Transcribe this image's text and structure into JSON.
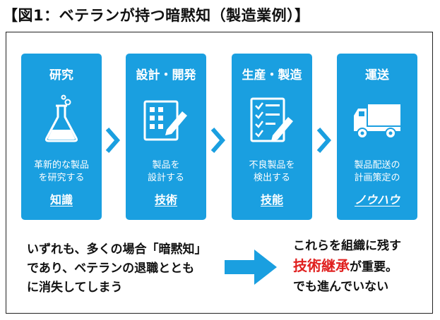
{
  "title": "【図1：ベテランが持つ暗黙知（製造業例）】",
  "accent_color": "#1a9fe0",
  "highlight_color": "#e0201f",
  "steps": [
    {
      "title": "研究",
      "icon": "flask-icon",
      "desc": [
        "革新的な製品",
        "を研究する"
      ],
      "key": "知識"
    },
    {
      "title": "設計・開発",
      "icon": "design-pencil-icon",
      "desc": [
        "製品を",
        "設計する"
      ],
      "key": "技術"
    },
    {
      "title": "生産・製造",
      "icon": "checklist-icon",
      "desc": [
        "不良製品を",
        "検出する"
      ],
      "key": "技能"
    },
    {
      "title": "運送",
      "icon": "truck-icon",
      "desc": [
        "製品配送の",
        "計画策定の"
      ],
      "key": "ノウハウ"
    }
  ],
  "note_left": [
    "いずれも、多くの場合「暗黙知」",
    "であり、ベテランの退職ととも",
    "に消失してしまう"
  ],
  "note_right": {
    "line1": "これらを組織に残す",
    "highlight": "技術継承",
    "line2_rest": "が重要。",
    "line3": "でも進んでいない"
  }
}
